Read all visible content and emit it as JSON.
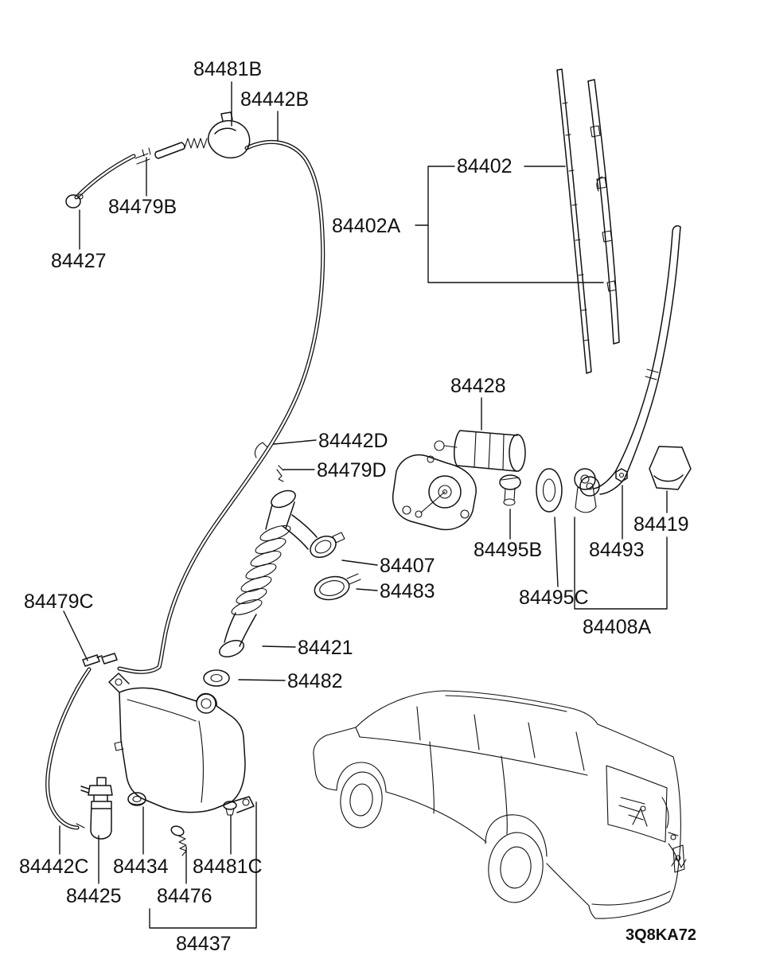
{
  "meta": {
    "background": "#ffffff",
    "ink": "#111111"
  },
  "diagram": {
    "code": "3Q8KA72",
    "parts": [
      {
        "label": "84481B"
      },
      {
        "label": "84442B"
      },
      {
        "label": "84479B"
      },
      {
        "label": "84427"
      },
      {
        "label": "84402"
      },
      {
        "label": "84402A"
      },
      {
        "label": "84428"
      },
      {
        "label": "84442D"
      },
      {
        "label": "84479D"
      },
      {
        "label": "84407"
      },
      {
        "label": "84483"
      },
      {
        "label": "84421"
      },
      {
        "label": "84482"
      },
      {
        "label": "84479C"
      },
      {
        "label": "84495B"
      },
      {
        "label": "84493"
      },
      {
        "label": "84419"
      },
      {
        "label": "84495C"
      },
      {
        "label": "84408A"
      },
      {
        "label": "84442C"
      },
      {
        "label": "84434"
      },
      {
        "label": "84481C"
      },
      {
        "label": "84425"
      },
      {
        "label": "84476"
      },
      {
        "label": "84437"
      }
    ]
  }
}
